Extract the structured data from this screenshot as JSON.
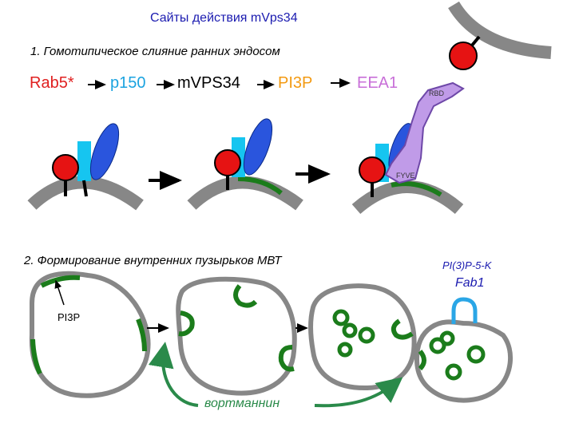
{
  "title": "Сайты действия mVps34",
  "section1": {
    "heading": "1. Гомотипическое слияние ранних эндосом"
  },
  "pathway": [
    "Rab5*",
    "p150",
    "mVPS34",
    "PI3P",
    "EEA1"
  ],
  "labels": {
    "rbd": "RBD",
    "fyve": "FYVE"
  },
  "section2": {
    "heading": "2. Формирование внутренних пузырьков МВТ",
    "pi3p_label": "PI3P",
    "kinase_label": "PI(3)P-5-K",
    "fab1_label": "Fab1",
    "inhibitor_label": "вортманнин"
  },
  "colors": {
    "membrane": "#878787",
    "rab5": "#e61313",
    "p150": "#16c5f0",
    "vps34": "#2a55dd",
    "pi3p_green": "#1b7c1b",
    "eea1": "#c09be8",
    "fab1": "#2aa6e6",
    "title_blue": "#1b1bb0",
    "wortmannin": "#2a8a4a"
  }
}
